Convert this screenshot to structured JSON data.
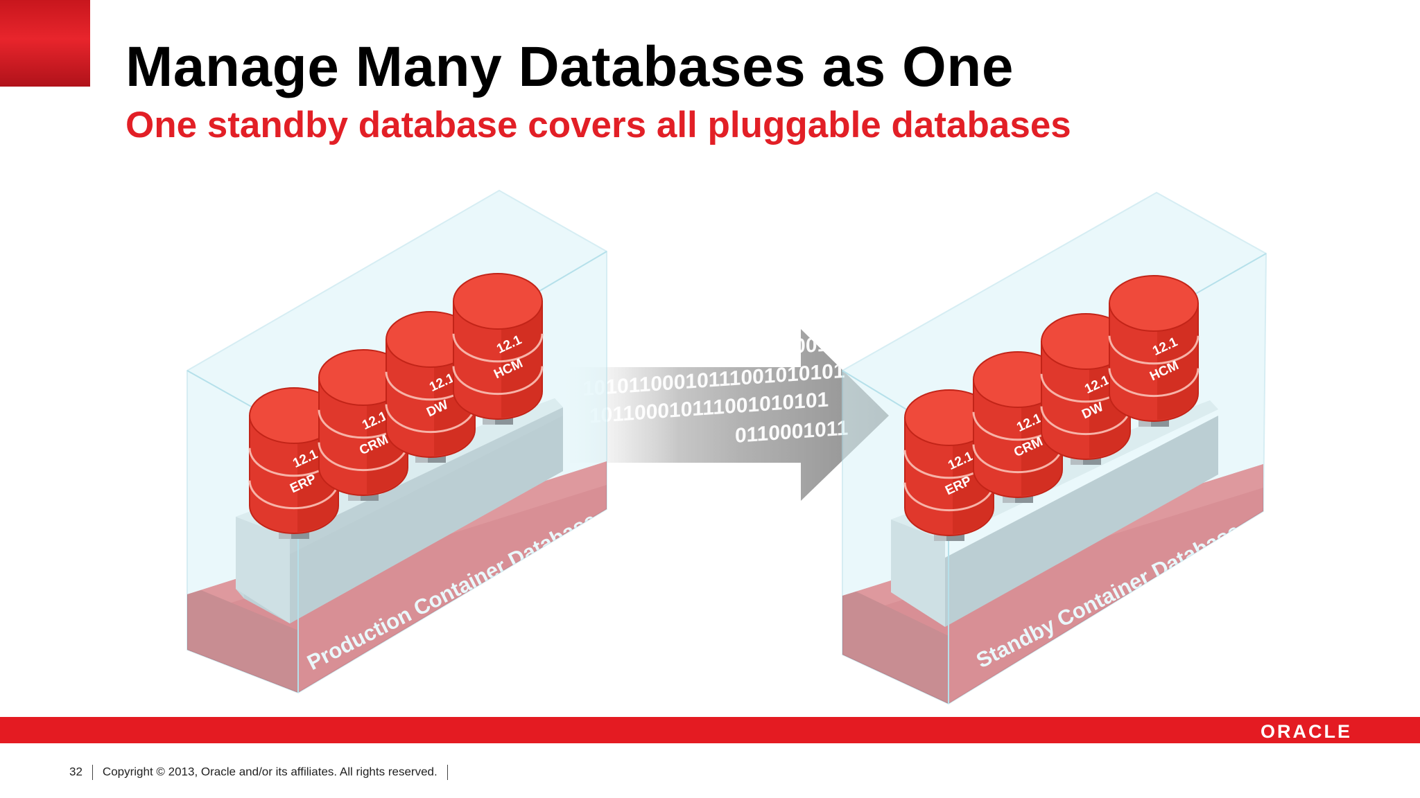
{
  "slide": {
    "title": "Manage Many Databases as One",
    "subtitle": "One standby database covers all pluggable databases"
  },
  "diagram": {
    "containers": [
      {
        "label": "Production Container Database",
        "databases": [
          {
            "version": "12.1",
            "name": "ERP"
          },
          {
            "version": "12.1",
            "name": "CRM"
          },
          {
            "version": "12.1",
            "name": "DW"
          },
          {
            "version": "12.1",
            "name": "HCM"
          }
        ]
      },
      {
        "label": "Standby Container Database",
        "databases": [
          {
            "version": "12.1",
            "name": "ERP"
          },
          {
            "version": "12.1",
            "name": "CRM"
          },
          {
            "version": "12.1",
            "name": "DW"
          },
          {
            "version": "12.1",
            "name": "HCM"
          }
        ]
      }
    ],
    "transfer_bits": [
      "1011000101110010101",
      "11000101110010101000111",
      "10101100010111001010101",
      "101100010111001010101",
      "0110001011"
    ]
  },
  "footer": {
    "page_number": "32",
    "copyright": "Copyright © 2013, Oracle and/or its affiliates. All rights reserved."
  },
  "brand": {
    "logo_text": "ORACLE",
    "accent_color": "#e41b22"
  }
}
